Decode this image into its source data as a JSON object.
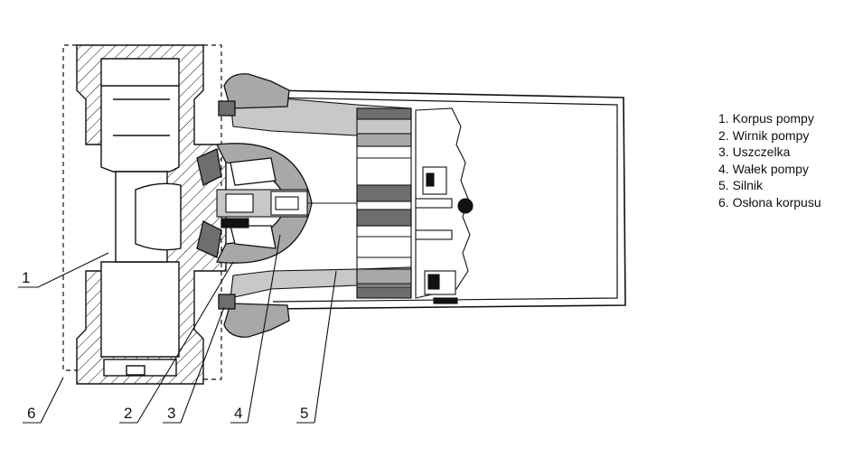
{
  "legend": [
    {
      "number": "1",
      "text": "1. Korpus pompy"
    },
    {
      "number": "2",
      "text": "2. Wirnik pompy"
    },
    {
      "number": "3",
      "text": "3. Uszczelka"
    },
    {
      "number": "4",
      "text": "4. Wałek pompy"
    },
    {
      "number": "5",
      "text": "5. Silnik"
    },
    {
      "number": "6",
      "text": "6. Osłona korpusu"
    }
  ],
  "callouts": [
    "1",
    "2",
    "3",
    "4",
    "5",
    "6"
  ],
  "colors": {
    "line": "#111111",
    "light_gray": "#c8c8c8",
    "mid_gray": "#a8a8a8",
    "dark_gray": "#6e6e6e",
    "black": "#111111"
  }
}
